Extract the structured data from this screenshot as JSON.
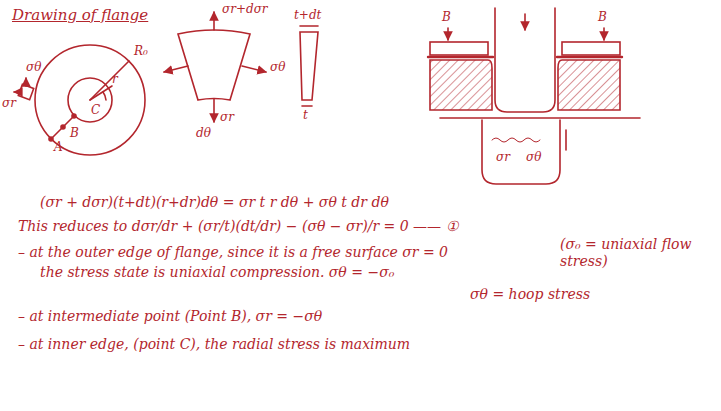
{
  "diagram": {
    "title": "Drawing of flange",
    "labels": [
      "σθ",
      "σr",
      "A",
      "B",
      "C",
      "r",
      "R₀",
      "σr+dσr",
      "σθ",
      "σr",
      "dθ",
      "t+dt",
      "t",
      "B",
      "B",
      "σr",
      "σθ",
      "(σr + dσr)(t+dt)(r+dr)dθ = σr t r dθ + σθ t dr dθ",
      "This reduces to dσr/dr + (σr/t)(dt/dr) − (σθ − σr)/r = 0 —— ①",
      "– at the outer edge of flange, since it is a free surface σr = 0",
      "the stress state is uniaxial compression. σθ = −σ₀",
      "(σ₀ = uniaxial flow stress)",
      "σθ = hoop stress",
      "– at intermediate point (Point B), σr = −σθ",
      "– at inner edge, (point C), the radial stress is maximum"
    ]
  }
}
